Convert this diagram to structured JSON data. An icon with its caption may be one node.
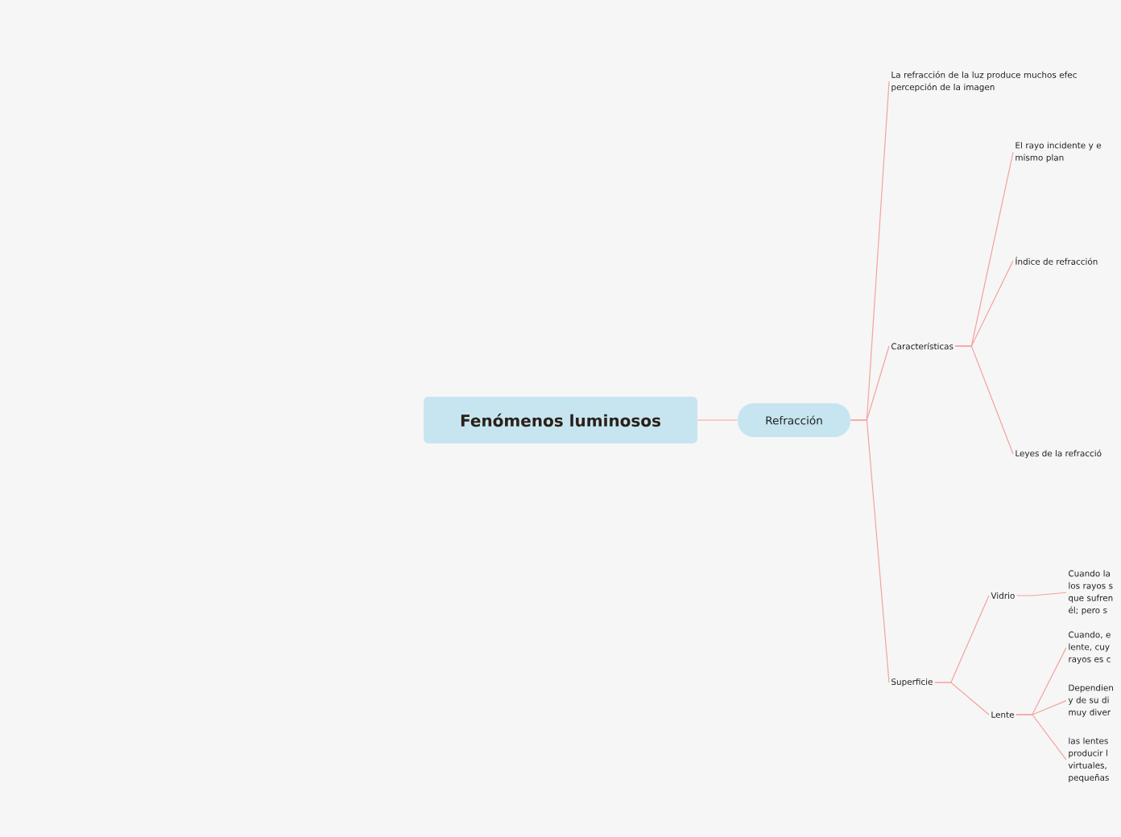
{
  "diagram": {
    "nodes": [
      {
        "text": [
          "Fenómenos luminosos"
        ]
      },
      {
        "text": [
          "Refracción"
        ]
      },
      {
        "text": [
          "La refracción de la luz produce muchos efec percepción de la imagen"
        ]
      },
      {
        "text": [
          "Características"
        ]
      },
      {
        "text": [
          "El rayo incidente y e mismo plan"
        ]
      },
      {
        "text": [
          "Índice de refracción"
        ]
      },
      {
        "text": [
          "Leyes de la refracció"
        ]
      },
      {
        "text": [
          "Superficie"
        ]
      },
      {
        "text": [
          "Vidrio"
        ]
      },
      {
        "text": [
          "Cuando la los rayos s que sufren él; pero s"
        ]
      },
      {
        "text": [
          "Lente"
        ]
      },
      {
        "text": [
          "Cuando, e lente, cuy rayos es c"
        ]
      },
      {
        "text": [
          "Dependien y de su di muy diver"
        ]
      },
      {
        "text": [
          "las lentes producir l virtuales, pequeñas"
        ]
      }
    ],
    "edges": [
      {
        "from": 0,
        "to": 1,
        "arrow": "none"
      },
      {
        "from": 1,
        "to": 2,
        "arrow": "none"
      },
      {
        "from": 1,
        "to": 3,
        "arrow": "none"
      },
      {
        "from": 1,
        "to": 7,
        "arrow": "none"
      },
      {
        "from": 3,
        "to": 4,
        "arrow": "none"
      },
      {
        "from": 3,
        "to": 5,
        "arrow": "none"
      },
      {
        "from": 3,
        "to": 6,
        "arrow": "none"
      },
      {
        "from": 7,
        "to": 8,
        "arrow": "none"
      },
      {
        "from": 7,
        "to": 10,
        "arrow": "none"
      },
      {
        "from": 8,
        "to": 9,
        "arrow": "none"
      },
      {
        "from": 10,
        "to": 11,
        "arrow": "none"
      },
      {
        "from": 10,
        "to": 12,
        "arrow": "none"
      },
      {
        "from": 10,
        "to": 13,
        "arrow": "none"
      }
    ]
  }
}
